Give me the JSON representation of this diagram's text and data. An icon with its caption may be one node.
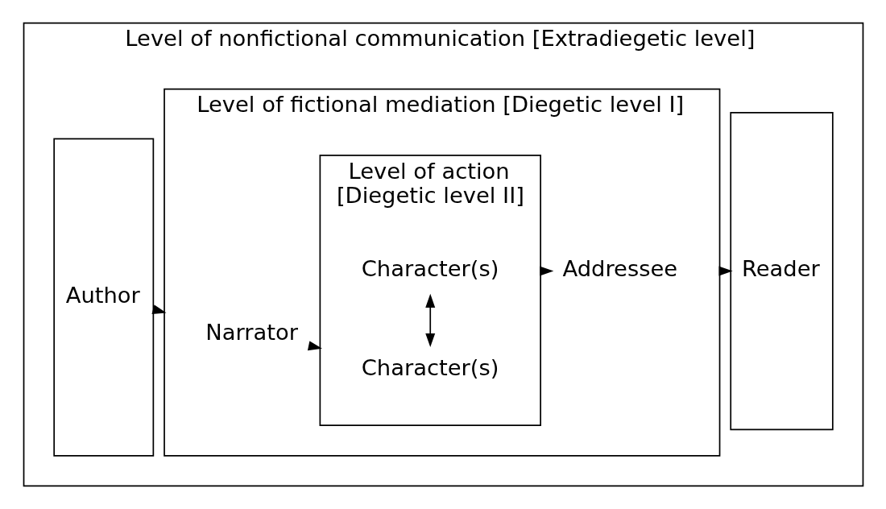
{
  "diagram": {
    "nodes": [
      {
        "text": [
          "Level of nonfictional communication [Extradiegetic level]"
        ]
      },
      {
        "text": [
          "Author"
        ],
        "in": 0
      },
      {
        "text": [
          "Level of fictional mediation [Diegetic level I]"
        ],
        "in": 0
      },
      {
        "text": [
          "Narrator"
        ],
        "in": 2
      },
      {
        "text": [
          "Level of action",
          "[Diegetic level II]"
        ],
        "in": 2
      },
      {
        "text": [
          "Character(s)"
        ],
        "in": 4
      },
      {
        "text": [
          "Character(s)"
        ],
        "in": 4
      },
      {
        "text": [
          "Addressee"
        ],
        "in": 2
      },
      {
        "text": [
          "Reader"
        ],
        "in": 0
      }
    ],
    "edges": [
      {
        "from": 1,
        "to": 2,
        "arrow": "to"
      },
      {
        "from": 3,
        "to": 4,
        "arrow": "to"
      },
      {
        "from": 4,
        "to": 7,
        "arrow": "to"
      },
      {
        "from": 5,
        "to": 6,
        "arrow": "both"
      },
      {
        "from": 2,
        "to": 8,
        "arrow": "to"
      }
    ]
  }
}
